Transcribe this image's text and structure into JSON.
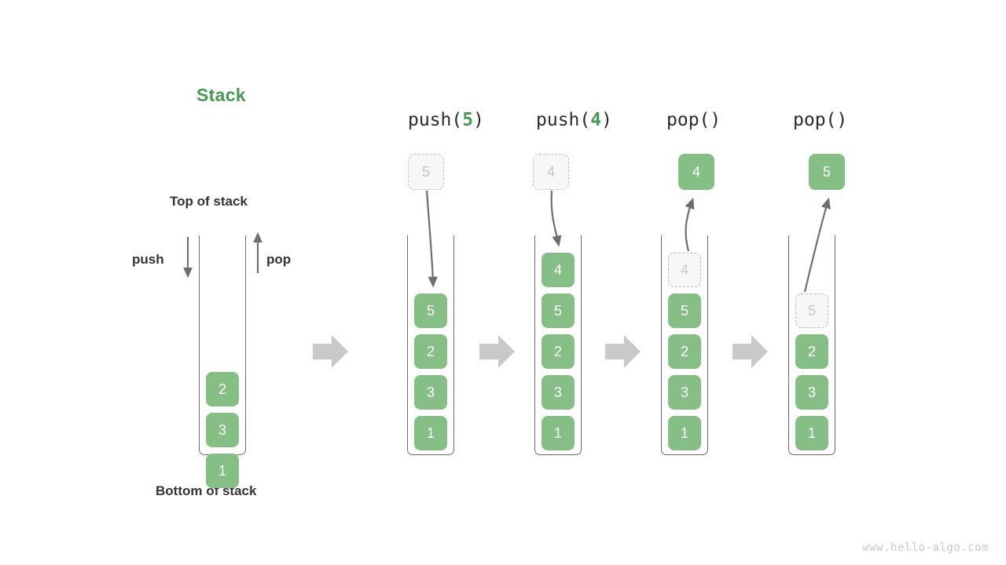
{
  "diagram": {
    "title": "Stack",
    "labels": {
      "top_of_stack": "Top of stack",
      "bottom_of_stack": "Bottom of stack",
      "push": "push",
      "pop": "pop"
    },
    "watermark": "www.hello-algo.com",
    "colors": {
      "accent_green": "#469a53",
      "cell_green": "#86bf86",
      "ghost_border": "#b9b9b9",
      "ghost_text": "#c9c9c9",
      "arrow_gray": "#6e6e6e",
      "transition_arrow": "#c9c9c9",
      "text_dark": "#333333"
    },
    "columns": [
      {
        "id": "initial",
        "op_label": "",
        "op_arg": "",
        "floating": null,
        "cells": [
          {
            "value": "2",
            "state": "filled"
          },
          {
            "value": "3",
            "state": "filled"
          },
          {
            "value": "1",
            "state": "filled"
          }
        ]
      },
      {
        "id": "push-5",
        "op_label": "push(",
        "op_arg": "5",
        "op_tail": ")",
        "floating": {
          "value": "5",
          "state": "ghost",
          "direction": "down"
        },
        "cells": [
          {
            "value": "5",
            "state": "filled"
          },
          {
            "value": "2",
            "state": "filled"
          },
          {
            "value": "3",
            "state": "filled"
          },
          {
            "value": "1",
            "state": "filled"
          }
        ]
      },
      {
        "id": "push-4",
        "op_label": "push(",
        "op_arg": "4",
        "op_tail": ")",
        "floating": {
          "value": "4",
          "state": "ghost",
          "direction": "down"
        },
        "cells": [
          {
            "value": "4",
            "state": "filled"
          },
          {
            "value": "5",
            "state": "filled"
          },
          {
            "value": "2",
            "state": "filled"
          },
          {
            "value": "3",
            "state": "filled"
          },
          {
            "value": "1",
            "state": "filled"
          }
        ]
      },
      {
        "id": "pop-4",
        "op_label": "pop()",
        "op_arg": "",
        "op_tail": "",
        "floating": {
          "value": "4",
          "state": "filled",
          "direction": "up"
        },
        "cells": [
          {
            "value": "4",
            "state": "ghost"
          },
          {
            "value": "5",
            "state": "filled"
          },
          {
            "value": "2",
            "state": "filled"
          },
          {
            "value": "3",
            "state": "filled"
          },
          {
            "value": "1",
            "state": "filled"
          }
        ]
      },
      {
        "id": "pop-5",
        "op_label": "pop()",
        "op_arg": "",
        "op_tail": "",
        "floating": {
          "value": "5",
          "state": "filled",
          "direction": "up"
        },
        "cells": [
          {
            "value": "5",
            "state": "ghost"
          },
          {
            "value": "2",
            "state": "filled"
          },
          {
            "value": "3",
            "state": "filled"
          },
          {
            "value": "1",
            "state": "filled"
          }
        ]
      }
    ],
    "transition_arrow_count": 4
  }
}
